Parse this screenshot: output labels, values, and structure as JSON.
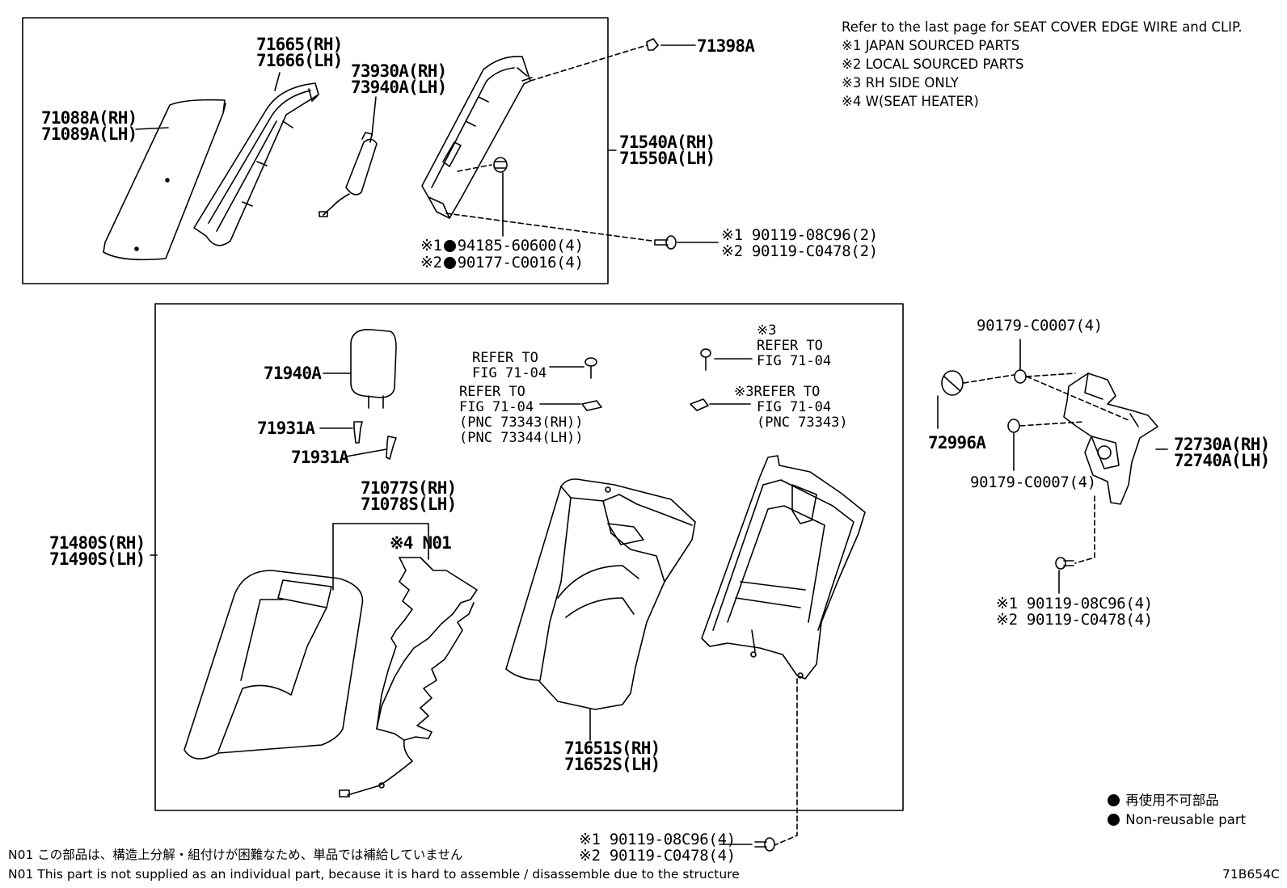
{
  "notes": {
    "header": "Refer to the last page for SEAT COVER EDGE WIRE and CLIP.",
    "n1": "※1 JAPAN SOURCED PARTS",
    "n2": "※2 LOCAL SOURCED PARTS",
    "n3": "※3 RH SIDE ONLY",
    "n4": "※4 W(SEAT HEATER)"
  },
  "upper_group": {
    "p71088": [
      "71088A(RH)",
      "71089A(LH)"
    ],
    "p71665": [
      "71665(RH)",
      "71666(LH)"
    ],
    "p73930": [
      "73930A(RH)",
      "73940A(LH)"
    ],
    "p71398": "71398A",
    "p71540": [
      "71540A(RH)",
      "71550A(LH)"
    ],
    "nut1": "※1",
    "nut1_part": "94185-60600(4)",
    "nut2": "※2",
    "nut2_part": "90177-C0016(4)",
    "bolt": [
      "※1 90119-08C96(2)",
      "※2 90119-C0478(2)"
    ]
  },
  "main_group": {
    "p71940": "71940A",
    "p71931a": "71931A",
    "p71931b": "71931A",
    "ref1": [
      "REFER TO",
      "FIG 71-04"
    ],
    "ref2": [
      "REFER TO",
      "FIG 71-04",
      "(PNC 73343(RH))",
      "(PNC 73344(LH))"
    ],
    "ref3": [
      "※3",
      "REFER TO",
      "FIG 71-04"
    ],
    "ref4": [
      "※3REFER TO",
      "FIG 71-04",
      "(PNC 73343)"
    ],
    "p71077": [
      "71077S(RH)",
      "71078S(LH)"
    ],
    "n01": "※4 N01",
    "p71480": [
      "71480S(RH)",
      "71490S(LH)"
    ],
    "p71651": [
      "71651S(RH)",
      "71652S(LH)"
    ]
  },
  "right_group": {
    "c1": "90179-C0007(4)",
    "p72996": "72996A",
    "c2": "90179-C0007(4)",
    "p72730": [
      "72730A(RH)",
      "72740A(LH)"
    ],
    "bolt": [
      "※1 90119-08C96(4)",
      "※2 90119-C0478(4)"
    ]
  },
  "bottom_bolt": [
    "※1 90119-08C96(4)",
    "※2 90119-C0478(4)"
  ],
  "legend": {
    "jp": "再使用不可部品",
    "en": "Non-reusable part"
  },
  "footnotes": {
    "jp": "N01 この部品は、構造上分解・組付けが困難なため、単品では補給していません",
    "en": "N01 This part is not supplied as an individual part, because it is hard to assemble / disassemble due to the structure"
  },
  "diagram_code": "71B654C"
}
